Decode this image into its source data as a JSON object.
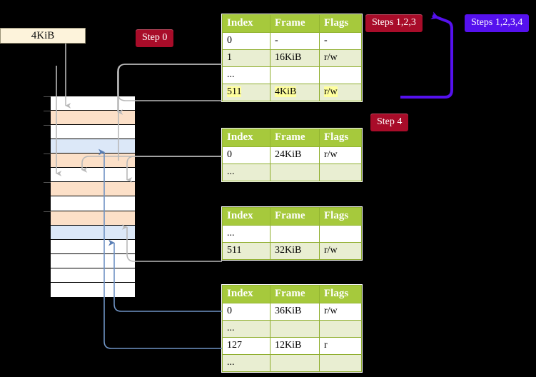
{
  "labels": {
    "step0": "Step 0",
    "step4": "Step 4",
    "steps123": "Steps 1,2,3",
    "steps1234": "Steps 1,2,3,4",
    "frame_size": "4KiB"
  },
  "colors": {
    "badge_red": "#a80c29",
    "badge_blue": "#5511ee",
    "table_header_green": "#a6c93c",
    "table_alt_row": "#e9eed2",
    "highlight_yellow": "#ffff9e",
    "mem_orange": "#fce0c8",
    "mem_blue": "#dce8f8",
    "frame_box_bg": "#fdf3db",
    "gray_arrow": "#b3b3b3",
    "blue_arrow": "#6f93c4"
  },
  "tables": [
    {
      "name": "pml4-table",
      "headers": [
        "Index",
        "Frame",
        "Flags"
      ],
      "rows": [
        {
          "style": "plain",
          "cells": [
            "0",
            "-",
            "-"
          ],
          "highlight": false
        },
        {
          "style": "alt",
          "cells": [
            "1",
            "16KiB",
            "r/w"
          ],
          "highlight": false
        },
        {
          "style": "plain",
          "cells": [
            "...",
            "",
            ""
          ],
          "highlight": false
        },
        {
          "style": "alt",
          "cells": [
            "511",
            "4KiB",
            "r/w"
          ],
          "highlight": true
        }
      ]
    },
    {
      "name": "pdp-table",
      "headers": [
        "Index",
        "Frame",
        "Flags"
      ],
      "rows": [
        {
          "style": "plain",
          "cells": [
            "0",
            "24KiB",
            "r/w"
          ],
          "highlight": false
        },
        {
          "style": "alt",
          "cells": [
            "...",
            "",
            ""
          ],
          "highlight": false
        }
      ]
    },
    {
      "name": "pd-table",
      "headers": [
        "Index",
        "Frame",
        "Flags"
      ],
      "rows": [
        {
          "style": "plain",
          "cells": [
            "...",
            "",
            ""
          ],
          "highlight": false
        },
        {
          "style": "alt",
          "cells": [
            "511",
            "32KiB",
            "r/w"
          ],
          "highlight": false
        }
      ]
    },
    {
      "name": "pt-table",
      "headers": [
        "Index",
        "Frame",
        "Flags"
      ],
      "rows": [
        {
          "style": "plain",
          "cells": [
            "0",
            "36KiB",
            "r/w"
          ],
          "highlight": false
        },
        {
          "style": "alt",
          "cells": [
            "...",
            "",
            ""
          ],
          "highlight": false
        },
        {
          "style": "plain",
          "cells": [
            "127",
            "12KiB",
            "r"
          ],
          "highlight": false
        },
        {
          "style": "alt",
          "cells": [
            "...",
            "",
            ""
          ],
          "highlight": false
        }
      ]
    }
  ],
  "memory_rows": [
    {
      "fill": "white",
      "tick": true
    },
    {
      "fill": "orange",
      "tick": true
    },
    {
      "fill": "white",
      "tick": true
    },
    {
      "fill": "bluefill",
      "tick": false
    },
    {
      "fill": "orange",
      "tick": true
    },
    {
      "fill": "white",
      "tick": false
    },
    {
      "fill": "orange",
      "tick": true
    },
    {
      "fill": "white",
      "tick": false
    },
    {
      "fill": "orange",
      "tick": true
    },
    {
      "fill": "bluefill",
      "tick": false
    },
    {
      "fill": "white",
      "tick": false
    },
    {
      "fill": "white",
      "tick": false
    },
    {
      "fill": "white",
      "tick": false
    },
    {
      "fill": "white",
      "tick": false
    }
  ]
}
